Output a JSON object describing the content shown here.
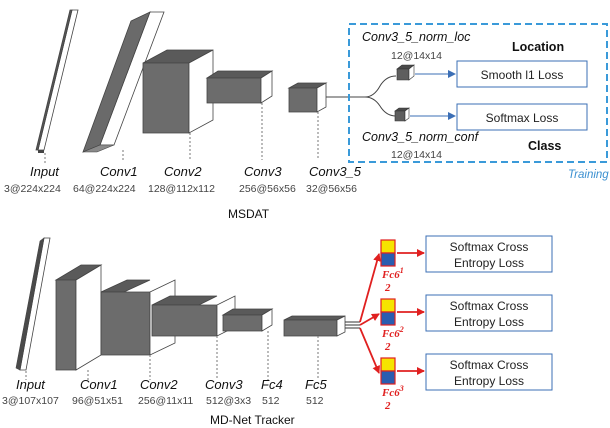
{
  "msdat": {
    "title": "MSDAT",
    "layers": [
      {
        "name": "Input",
        "dims": "3@224x224"
      },
      {
        "name": "Conv1",
        "dims": "64@224x224"
      },
      {
        "name": "Conv2",
        "dims": "128@112x112"
      },
      {
        "name": "Conv3",
        "dims": "256@56x56"
      },
      {
        "name": "Conv3_5",
        "dims": "32@56x56"
      }
    ],
    "training": {
      "label": "Training",
      "norm_loc": {
        "name": "Conv3_5_norm_loc",
        "dims": "12@14x14"
      },
      "norm_conf": {
        "name": "Conv3_5_norm_conf",
        "dims": "12@14x14"
      },
      "location_label": "Location",
      "class_label": "Class",
      "loss_loc": "Smooth l1 Loss",
      "loss_conf": "Softmax  Loss"
    }
  },
  "mdnet": {
    "title": "MD-Net Tracker",
    "layers": [
      {
        "name": "Input",
        "dims": "3@107x107"
      },
      {
        "name": "Conv1",
        "dims": "96@51x51"
      },
      {
        "name": "Conv2",
        "dims": "256@11x11"
      },
      {
        "name": "Conv3",
        "dims": "512@3x3"
      },
      {
        "name": "Fc4",
        "dims": "512"
      },
      {
        "name": "Fc5",
        "dims": "512"
      }
    ],
    "branches": [
      {
        "name": "Fc6",
        "sup": "1",
        "dim": "2",
        "loss_line1": "Softmax Cross",
        "loss_line2": "Entropy  Loss"
      },
      {
        "name": "Fc6",
        "sup": "2",
        "dim": "2",
        "loss_line1": "Softmax Cross",
        "loss_line2": "Entropy  Loss"
      },
      {
        "name": "Fc6",
        "sup": "3",
        "dim": "2",
        "loss_line1": "Softmax Cross",
        "loss_line2": "Entropy  Loss"
      }
    ]
  },
  "colors": {
    "training_border": "#3a9ad9",
    "arrow_red": "#e02020",
    "box_border": "#3b6fb6",
    "block_yellow": "#f5e400",
    "block_blue": "#2a5db0"
  }
}
